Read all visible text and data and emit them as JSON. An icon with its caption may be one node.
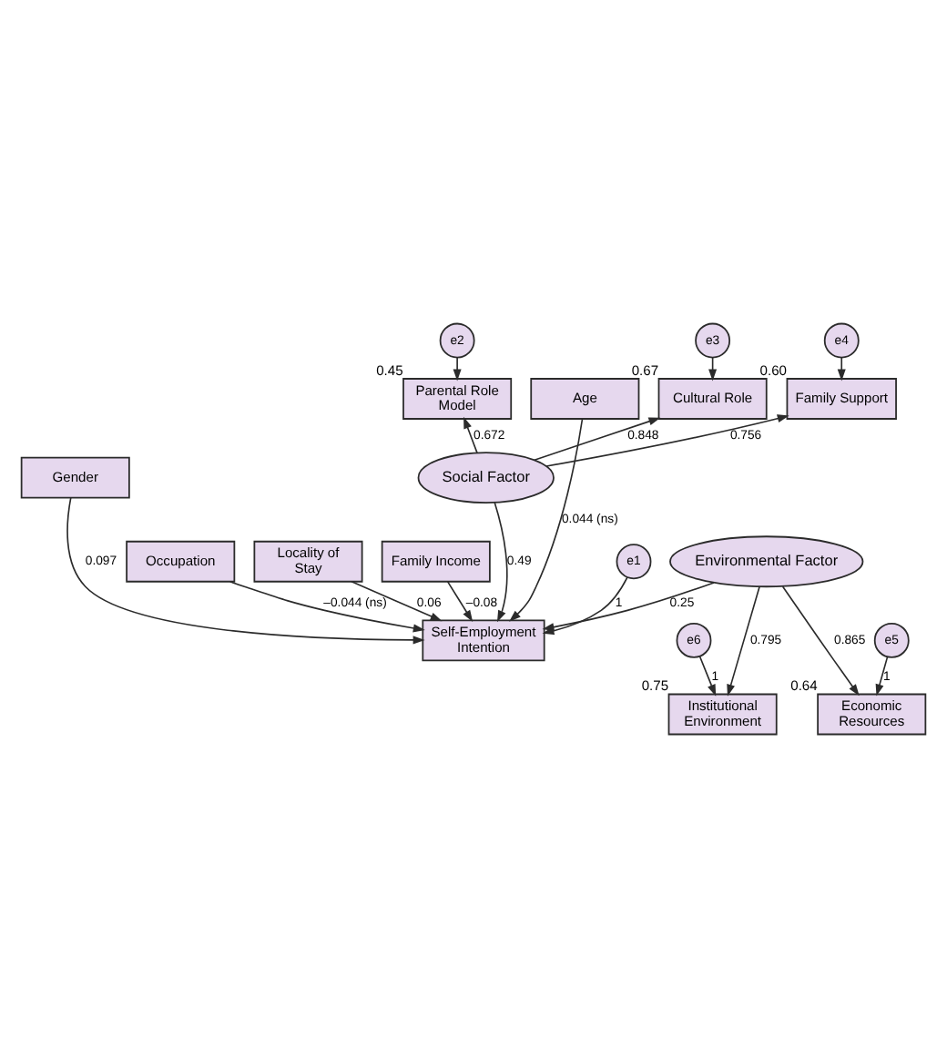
{
  "diagram": {
    "nodes": [
      {
        "text": [
          "e2"
        ]
      },
      {
        "text": [
          "e3"
        ]
      },
      {
        "text": [
          "e4"
        ]
      },
      {
        "text": [
          "Parental Role Model"
        ],
        "beside": [
          "0.45"
        ]
      },
      {
        "text": [
          "Cultural Role"
        ],
        "beside": [
          "0.67"
        ]
      },
      {
        "text": [
          "Family Support"
        ],
        "beside": [
          "0.60"
        ]
      },
      {
        "text": [
          "Social Factor"
        ]
      },
      {
        "text": [
          "Age"
        ]
      },
      {
        "text": [
          "Gender"
        ]
      },
      {
        "text": [
          "Occupation"
        ]
      },
      {
        "text": [
          "Self-Employment Intention"
        ]
      },
      {
        "text": [
          "e1"
        ]
      },
      {
        "text": [
          "Locality of Stay"
        ]
      },
      {
        "text": [
          "Family Income"
        ]
      },
      {
        "text": [
          "Environmental Factor"
        ]
      },
      {
        "text": [
          "Institutional Environment"
        ],
        "beside": [
          "0.75"
        ]
      },
      {
        "text": [
          "Economic Resources"
        ],
        "beside": [
          "0.64"
        ]
      },
      {
        "text": [
          "e6"
        ]
      },
      {
        "text": [
          "e5"
        ]
      }
    ],
    "edges": [
      {
        "from": 0,
        "to": 3,
        "arrow": "to"
      },
      {
        "from": 1,
        "to": 4,
        "arrow": "to"
      },
      {
        "from": 2,
        "to": 5,
        "arrow": "to"
      },
      {
        "from": 6,
        "to": 3,
        "arrow": "to",
        "label": "0.672"
      },
      {
        "from": 6,
        "to": 4,
        "arrow": "to",
        "label": "0.848"
      },
      {
        "from": 6,
        "to": 5,
        "arrow": "to",
        "label": "0.756"
      },
      {
        "from": 7,
        "to": 10,
        "arrow": "to",
        "label": "0.044 (ns)"
      },
      {
        "from": 8,
        "to": 10,
        "arrow": "to",
        "label": "0.097"
      },
      {
        "from": 9,
        "to": 10,
        "arrow": "to",
        "label": "–0.044 (ns)"
      },
      {
        "from": 12,
        "to": 10,
        "arrow": "to",
        "label": "0.06"
      },
      {
        "from": 13,
        "to": 10,
        "arrow": "to",
        "label": "–0.08"
      },
      {
        "from": 6,
        "to": 10,
        "arrow": "to",
        "label": "0.49"
      },
      {
        "from": 14,
        "to": 10,
        "arrow": "to",
        "label": "0.25"
      },
      {
        "from": 11,
        "to": 10,
        "arrow": "to",
        "label": "1"
      },
      {
        "from": 14,
        "to": 15,
        "arrow": "to",
        "label": "0.795"
      },
      {
        "from": 14,
        "to": 16,
        "arrow": "to",
        "label": "0.865"
      },
      {
        "from": 17,
        "to": 15,
        "arrow": "to",
        "label": "1"
      },
      {
        "from": 18,
        "to": 16,
        "arrow": "to",
        "label": "1"
      }
    ]
  }
}
